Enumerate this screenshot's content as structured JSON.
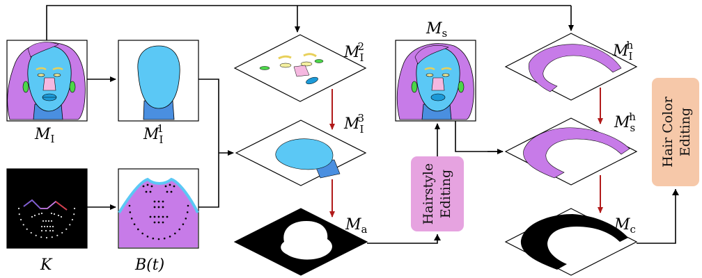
{
  "labels": {
    "m_i": {
      "base": "M",
      "sub": "I",
      "sup": ""
    },
    "m_i1": {
      "base": "M",
      "sub": "I",
      "sup": "1"
    },
    "k": {
      "base": "K",
      "sub": "",
      "sup": ""
    },
    "b_t": {
      "base": "B(t)",
      "sub": "",
      "sup": ""
    },
    "m_i2": {
      "base": "M",
      "sub": "I",
      "sup": "2"
    },
    "m_i3": {
      "base": "M",
      "sub": "I",
      "sup": "3"
    },
    "m_a": {
      "base": "M",
      "sub": "a",
      "sup": ""
    },
    "m_s": {
      "base": "M",
      "sub": "s",
      "sup": ""
    },
    "m_ih": {
      "base": "M",
      "sub": "I",
      "sup": "h"
    },
    "m_sh": {
      "base": "M",
      "sub": "s",
      "sup": "h"
    },
    "m_c": {
      "base": "M",
      "sub": "c",
      "sup": ""
    }
  },
  "boxes": {
    "hairstyle": {
      "line1": "Hairstyle",
      "line2": "Editing"
    },
    "hair_color": {
      "line1": "Hair Color",
      "line2": "Editing"
    }
  },
  "colors": {
    "hair": "#c77be8",
    "face": "#5bc8f5",
    "neck": "#4a8fe0",
    "hairstyle_box": "#e6a3e0",
    "hair_color_box": "#f6c8a9",
    "red_arrow": "#b11a1a",
    "mask_black": "#000000"
  }
}
